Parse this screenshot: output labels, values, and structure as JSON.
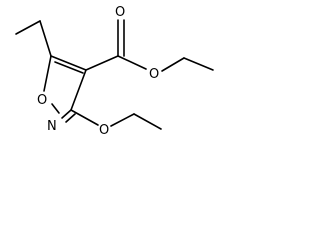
{
  "molecule": {
    "atoms": {
      "o_carbonyl": "O",
      "o_ester": "O",
      "o_ring": "O",
      "n_ring": "N",
      "o_ethoxy": "O"
    }
  }
}
